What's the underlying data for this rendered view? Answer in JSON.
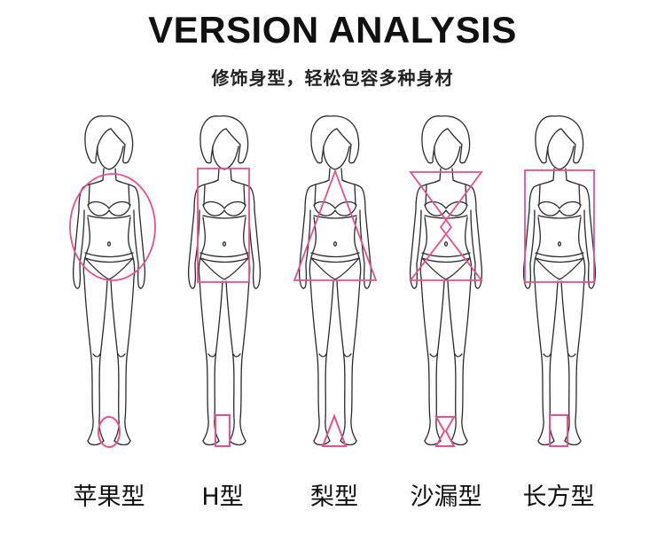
{
  "title": "VERSION ANALYSIS",
  "subtitle": "修饰身型，轻松包容多种身材",
  "accent_color": "#e8508a",
  "body_types": [
    {
      "label": "苹果型",
      "shape_icon": "ellipse-icon"
    },
    {
      "label": "H型",
      "shape_icon": "rectangle-icon"
    },
    {
      "label": "梨型",
      "shape_icon": "triangle-icon"
    },
    {
      "label": "沙漏型",
      "shape_icon": "hourglass-icon"
    },
    {
      "label": "长方型",
      "shape_icon": "rectangle-icon"
    }
  ]
}
